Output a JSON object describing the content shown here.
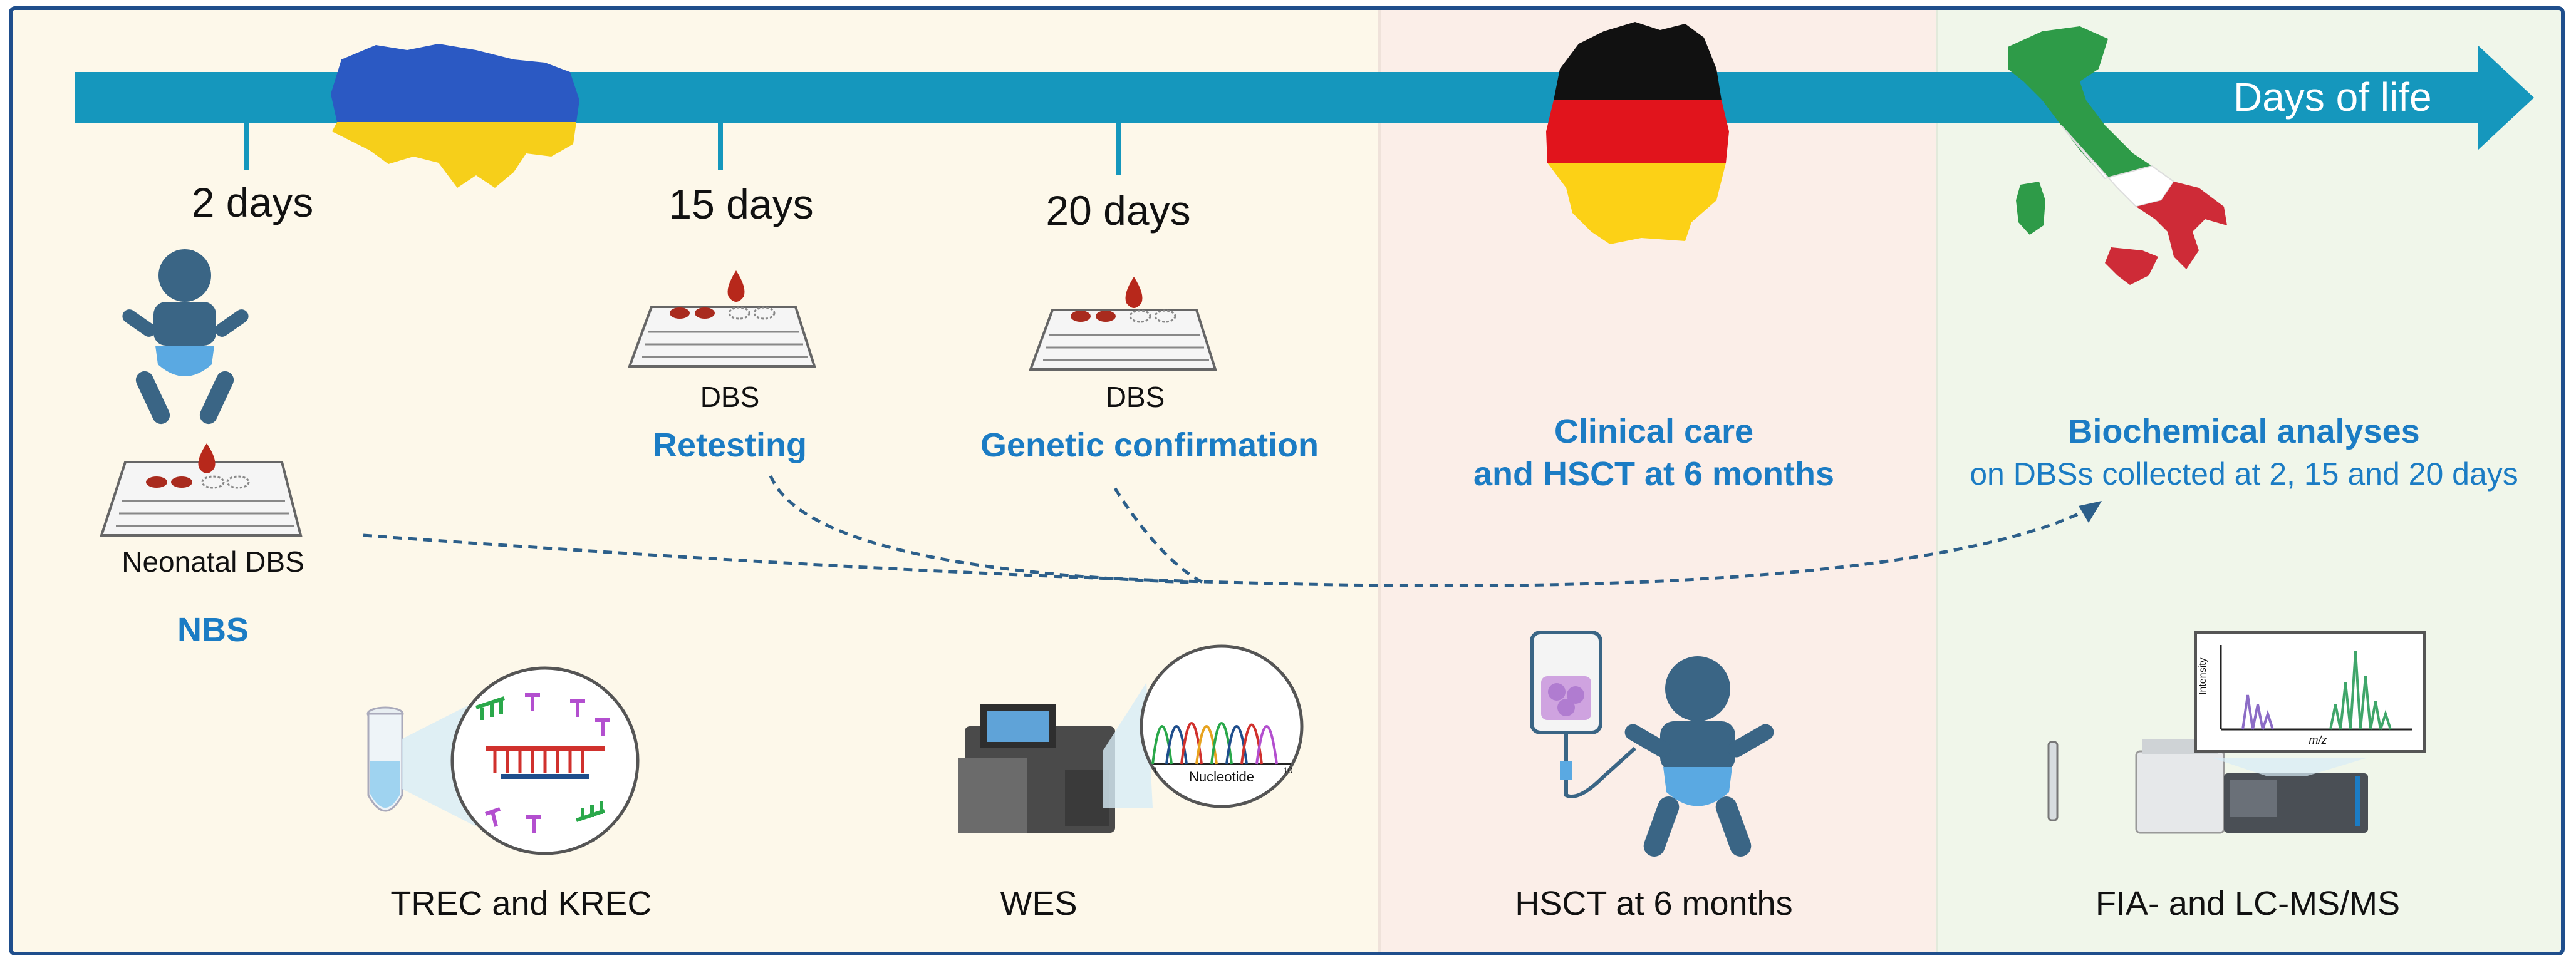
{
  "timeline": {
    "axis_label": "Days of life",
    "ticks": [
      {
        "label": "2 days"
      },
      {
        "label": "15 days"
      },
      {
        "label": "20 days"
      }
    ]
  },
  "samples": {
    "neonatal": "Neonatal DBS",
    "retest": "DBS",
    "confirm": "DBS"
  },
  "stages": {
    "nbs": "NBS",
    "retesting": "Retesting",
    "genetic": "Genetic confirmation",
    "clinical_line1": "Clinical care",
    "clinical_line2": "and HSCT at 6 months",
    "biochem_title": "Biochemical analyses",
    "biochem_sub": "on DBSs collected at 2, 15 and 20 days"
  },
  "methods": {
    "trec": "TREC and KREC",
    "wes": "WES",
    "hsct": "HSCT at 6 months",
    "ms": "FIA- and LC-MS/MS"
  },
  "illustrations": {
    "sequencer_axis": "Nucleotide",
    "sequencer_tick_start": "1",
    "sequencer_tick_end": "10",
    "ms_y_axis": "Intensity",
    "ms_x_axis": "m/z"
  },
  "colors": {
    "timeline": "#1597bd",
    "accent_text": "#1b7cc4",
    "frame": "#1f4e8c",
    "panel_italy_bg": "#f0f6ea",
    "panel_germany_bg": "#fbeee8",
    "panel_ukraine_bg": "#fdf8ea"
  },
  "icons": [
    "ukraine-map-icon",
    "germany-map-icon",
    "italy-map-icon",
    "baby-icon",
    "dbs-card-icon",
    "test-tube-icon",
    "dna-probe-icon",
    "sequencer-icon",
    "chromatogram-icon",
    "iv-bag-icon",
    "mass-spectrometer-icon",
    "mass-spectrum-icon"
  ]
}
